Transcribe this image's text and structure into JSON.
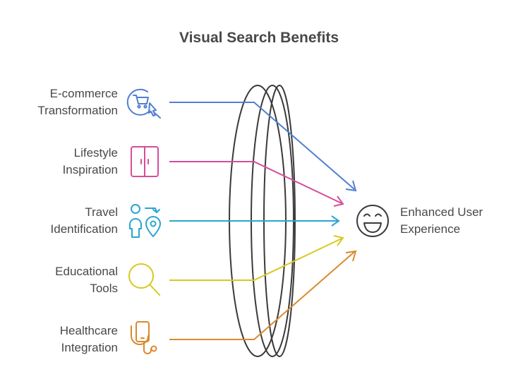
{
  "title": "Visual Search Benefits",
  "inputs": [
    {
      "line1": "E-commerce",
      "line2": "Transformation",
      "icon": "shopping-cart-cursor-icon",
      "color": "#4f7fd0"
    },
    {
      "line1": "Lifestyle",
      "line2": "Inspiration",
      "icon": "wardrobe-icon",
      "color": "#d64d9b"
    },
    {
      "line1": "Travel",
      "line2": "Identification",
      "icon": "traveler-location-icon",
      "color": "#2aa5cf"
    },
    {
      "line1": "Educational",
      "line2": "Tools",
      "icon": "magnifying-glass-icon",
      "color": "#d9c820"
    },
    {
      "line1": "Healthcare",
      "line2": "Integration",
      "icon": "phone-stethoscope-icon",
      "color": "#d98a2e"
    }
  ],
  "output": {
    "line1": "Enhanced User",
    "line2": "Experience",
    "icon": "smiley-face-icon"
  }
}
